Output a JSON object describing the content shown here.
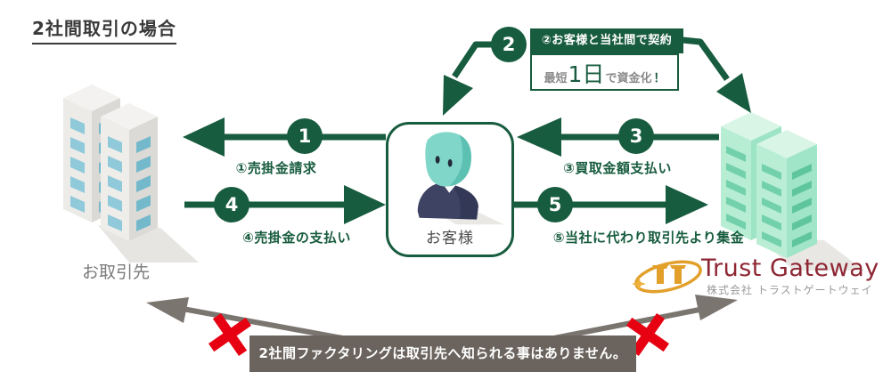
{
  "title": "2社間取引の場合",
  "partner": {
    "label": "お取引先"
  },
  "customer": {
    "label": "お客様"
  },
  "company": {
    "logo_text": "Trust Gateway",
    "logo_subtext": "株式会社 トラストゲートウェイ"
  },
  "steps": [
    {
      "number": "1",
      "label": "①売掛金請求"
    },
    {
      "number": "2",
      "label": "②お客様と当社間で契約"
    },
    {
      "number": "3",
      "label": "③買取金額支払い"
    },
    {
      "number": "4",
      "label": "④売掛金の支払い"
    },
    {
      "number": "5",
      "label": "⑤当社に代わり取引先より集金"
    }
  ],
  "highlight": {
    "prefix": "最短",
    "emphasis": "1日",
    "suffix": "で資金化",
    "exclamation": "！"
  },
  "bottom_note": "2社間ファクタリングは取引先へ知られる事はありません。",
  "colors": {
    "primary_green": "#185c3f",
    "banner_gray": "#6b645e",
    "cross_red": "#e60012",
    "logo_red": "#8e2633",
    "logo_gold": "#e2a02b"
  }
}
